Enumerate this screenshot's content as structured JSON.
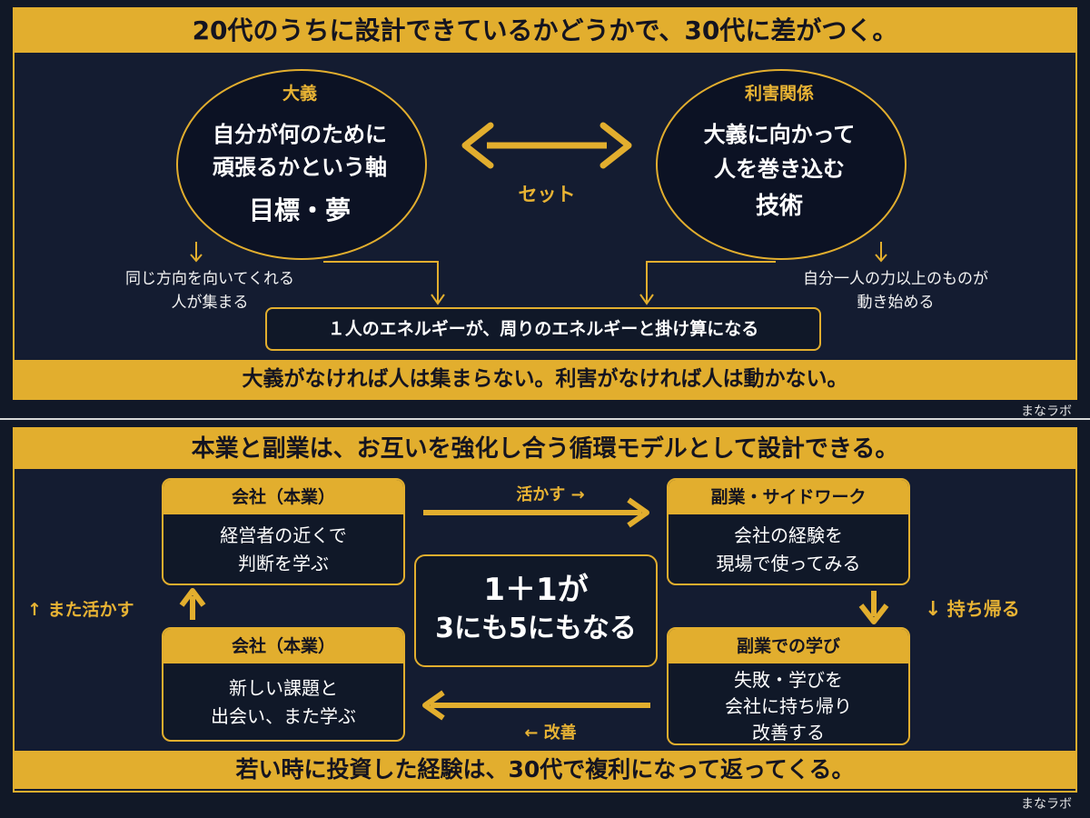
{
  "colors": {
    "gold": "#e2ae2e",
    "navy": "#141c31",
    "text": "#ffffff"
  },
  "top": {
    "title": "20代のうちに設計できているかどうかで、30代に差がつく。",
    "left_circle": {
      "heading": "大義",
      "line1": "自分が何のために",
      "line2": "頑張るかという軸",
      "line3": "目標・夢"
    },
    "right_circle": {
      "heading": "利害関係",
      "line1": "大義に向かって",
      "line2": "人を巻き込む",
      "line3": "技術"
    },
    "connector_label": "セット",
    "left_note": {
      "line1": "同じ方向を向いてくれる",
      "line2": "人が集まる"
    },
    "right_note": {
      "line1": "自分一人の力以上のものが",
      "line2": "動き始める"
    },
    "result": "１人のエネルギーが、周りのエネルギーと掛け算になる",
    "footer": "大義がなければ人は集まらない。利害がなければ人は動かない。",
    "credit": "まなラボ"
  },
  "bottom": {
    "title": "本業と副業は、お互いを強化し合う循環モデルとして設計できる。",
    "box_top_left": {
      "head": "会社（本業）",
      "line1": "経営者の近くで",
      "line2": "判断を学ぶ"
    },
    "box_top_right": {
      "head": "副業・サイドワーク",
      "line1": "会社の経験を",
      "line2": "現場で使ってみる"
    },
    "box_bottom_right": {
      "head": "副業での学び",
      "line1": "失敗・学びを",
      "line2": "会社に持ち帰り",
      "line3": "改善する"
    },
    "box_bottom_left": {
      "head": "会社（本業）",
      "line1": "新しい課題と",
      "line2": "出会い、また学ぶ"
    },
    "center": {
      "line1": "1＋1が",
      "line2": "3にも5にもなる"
    },
    "arrow_top_label": "活かす →",
    "arrow_right_label": "持ち帰る",
    "arrow_bottom_label": "← 改善",
    "arrow_left_label": "↑ また活かす",
    "footer": "若い時に投資した経験は、30代で複利になって返ってくる。",
    "credit": "まなラボ"
  }
}
